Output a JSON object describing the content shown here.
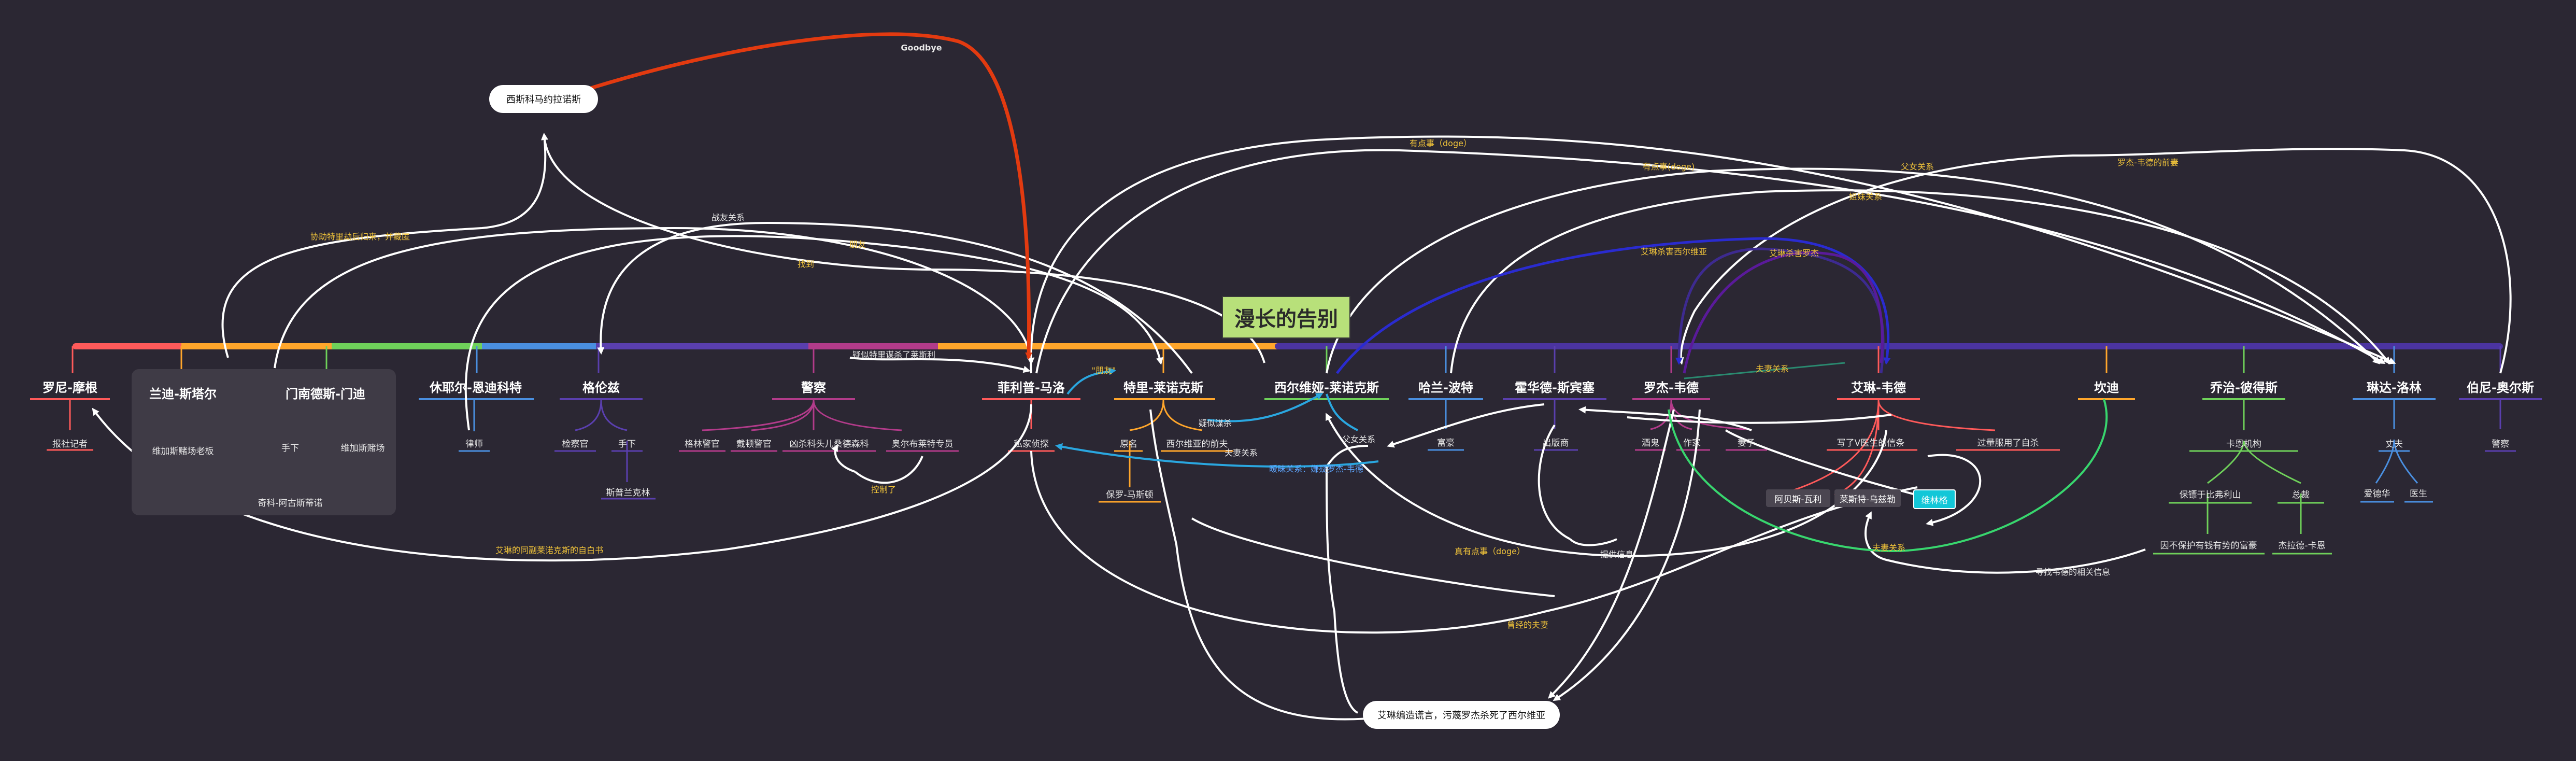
{
  "title": "漫长的告别",
  "top": {
    "pill_top": "西斯科马约拉诺斯",
    "pill_bottom": "艾琳编造谎言，污蔑罗杰杀死了西尔维亚",
    "goodbye": "Goodbye"
  },
  "characters": {
    "c1": "罗尼-摩根",
    "c2": "兰迪-斯塔尔",
    "c3": "门南德斯-门迪",
    "c4": "休耶尔-恩迪科特",
    "c5": "格伦兹",
    "c6": "警察",
    "c7": "菲利普-马洛",
    "c8": "特里-莱诺克斯",
    "c9": "西尔维娅-莱诺克斯",
    "c10": "哈兰-波特",
    "c11": "霍华德-斯宾塞",
    "c12": "罗杰-韦德",
    "c13": "艾琳-韦德",
    "c14": "坎迪",
    "c15": "乔治-彼得斯",
    "c16": "琳达-洛林",
    "c17": "伯尼-奥尔斯"
  },
  "roles": {
    "r1": "报社记者",
    "r2": "维加斯赌场老板",
    "r3a": "手下",
    "r3b": "维加斯赌场",
    "r3c": "奇科-阿古斯蒂诺",
    "r4": "律师",
    "r5a": "检察官",
    "r5b": "手下",
    "r5c": "斯普兰克林",
    "r6a": "格林警官",
    "r6b": "戴顿警官",
    "r6c": "凶杀科头儿桑德森科",
    "r6d": "奥尔布莱特专员",
    "r7": "私家侦探",
    "r8a": "原名",
    "r8b": "保罗-马斯顿",
    "r8c": "西尔维亚的前夫",
    "r10": "富豪",
    "r11": "出版商",
    "r12a": "酒鬼",
    "r12b": "作家",
    "r12c": "妻子",
    "r13a": "写了V医生的信条",
    "r13b": "过量服用了自杀",
    "r13c": "阿贝斯-瓦利",
    "r13d": "莱斯特-乌兹勒",
    "r13e": "维林格",
    "r15a": "卡恩机构",
    "r15b": "保镖于比弗利山",
    "r15c": "总裁",
    "r15d": "因不保护有钱有势的富豪",
    "r15e": "杰拉德-卡恩",
    "r16a": "丈夫",
    "r16b": "爱德华",
    "r16c": "医生",
    "r17": "警察"
  },
  "edges": {
    "e1": "协助特里劫后归来，并藏匿",
    "e2": "战友关系",
    "e3": "朋友",
    "e4": "找到",
    "e5": "疑似特里谋杀了莱斯利",
    "e6": "\"朋友\"",
    "e7": "疑似谋杀",
    "e8": "夫妻关系",
    "e9": "父女关系",
    "e10": "暧昧关系：嫌疑罗杰-韦德",
    "e11": "有点事（doge）",
    "e12": "有点事(doge)",
    "e13": "父女关系",
    "e14": "罗杰-韦德的前妻",
    "e15": "姐妹关系",
    "e16": "艾琳杀害西尔维亚",
    "e17": "艾琳杀害罗杰",
    "e18": "夫妻关系",
    "e19": "夫妻关系",
    "e20": "真有点事（doge）",
    "e21": "提供信息",
    "e22": "寻找韦德的相关信息",
    "e23": "艾琳的同副莱诺克斯的自白书",
    "e24": "曾经的夫妻",
    "e25": "控制了"
  },
  "colors": {
    "background": "#2b2733",
    "title_bg": "#b8e07a",
    "accent_red": "#ff4d4d",
    "accent_orange": "#ffa62b",
    "accent_green": "#6fd15a",
    "accent_blue": "#4a8fe0",
    "accent_purple": "#5a3fae",
    "label_yellow": "#f0c33a"
  }
}
